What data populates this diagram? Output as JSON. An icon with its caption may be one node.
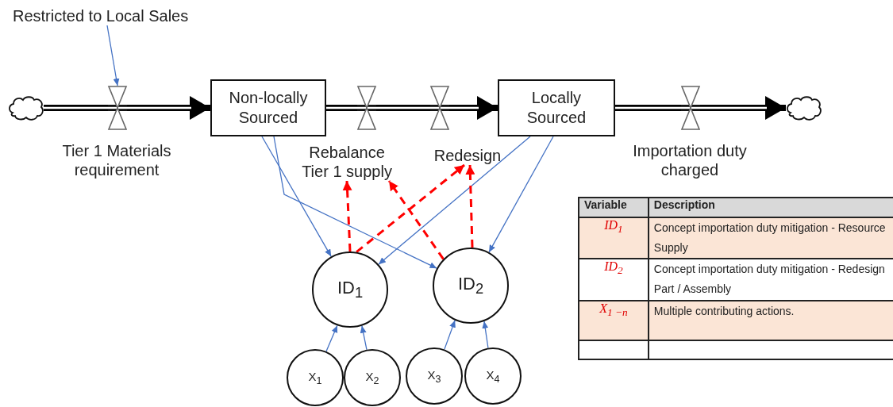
{
  "diagram": {
    "nodes": [
      {
        "text": [
          "Restricted to Local Sales"
        ]
      },
      {
        "text": [],
        "shape": "cloud"
      },
      {
        "text": [],
        "shape": "valve",
        "beside": [
          "Tier 1 Materials requirement"
        ]
      },
      {
        "text": [
          "Non-locally Sourced"
        ]
      },
      {
        "text": [],
        "shape": "valve"
      },
      {
        "text": [],
        "shape": "valve"
      },
      {
        "text": [
          "Locally Sourced"
        ]
      },
      {
        "text": [],
        "shape": "valve",
        "beside": [
          "Importation duty charged"
        ]
      },
      {
        "text": [],
        "shape": "cloud"
      },
      {
        "text": [
          "Rebalance Tier 1 supply"
        ]
      },
      {
        "text": [
          "Redesign"
        ]
      },
      {
        "text": [
          "ID$_{1}$"
        ]
      },
      {
        "text": [
          "ID$_{2}$"
        ]
      },
      {
        "text": [
          "X$_{1}$"
        ]
      },
      {
        "text": [
          "X$_{2}$"
        ]
      },
      {
        "text": [
          "X$_{3}$"
        ]
      },
      {
        "text": [
          "X$_{4}$"
        ]
      }
    ],
    "edges": [
      {
        "from": 0,
        "to": 2,
        "arrow": "to"
      },
      {
        "from": 1,
        "to": 2,
        "arrow": "none",
        "style": "thick",
        "color": "#000000"
      },
      {
        "from": 2,
        "to": 3,
        "arrow": "to",
        "style": "thick",
        "color": "#000000"
      },
      {
        "from": 3,
        "to": 4,
        "arrow": "none",
        "style": "thick",
        "color": "#000000"
      },
      {
        "from": 4,
        "to": 5,
        "arrow": "none",
        "style": "thick",
        "color": "#000000"
      },
      {
        "from": 5,
        "to": 6,
        "arrow": "to",
        "style": "thick",
        "color": "#000000"
      },
      {
        "from": 6,
        "to": 7,
        "arrow": "none",
        "style": "thick",
        "color": "#000000"
      },
      {
        "from": 7,
        "to": 8,
        "arrow": "to",
        "style": "thick",
        "color": "#000000"
      },
      {
        "from": 3,
        "to": 11,
        "arrow": "to"
      },
      {
        "from": 3,
        "to": 12,
        "arrow": "to"
      },
      {
        "from": 6,
        "to": 11,
        "arrow": "to"
      },
      {
        "from": 6,
        "to": 12,
        "arrow": "to"
      },
      {
        "from": 11,
        "to": 9,
        "arrow": "to",
        "style": "dashed",
        "color": "#ff0000"
      },
      {
        "from": 11,
        "to": 10,
        "arrow": "to",
        "style": "dashed",
        "color": "#ff0000"
      },
      {
        "from": 12,
        "to": 9,
        "arrow": "to",
        "style": "dashed",
        "color": "#ff0000"
      },
      {
        "from": 12,
        "to": 10,
        "arrow": "to",
        "style": "dashed",
        "color": "#ff0000"
      },
      {
        "from": 13,
        "to": 11,
        "arrow": "to"
      },
      {
        "from": 14,
        "to": 11,
        "arrow": "to"
      },
      {
        "from": 15,
        "to": 12,
        "arrow": "to"
      },
      {
        "from": 16,
        "to": 12,
        "arrow": "to"
      }
    ],
    "labels": [
      "Variable",
      "Description",
      "ID$_{1}$",
      "Concept importation duty mitigation - Resource Supply",
      "ID$_{2}$",
      "Concept importation duty mitigation - Redesign Part / Assembly",
      "X$_{1 −n}$",
      "Multiple contributing actions."
    ]
  }
}
